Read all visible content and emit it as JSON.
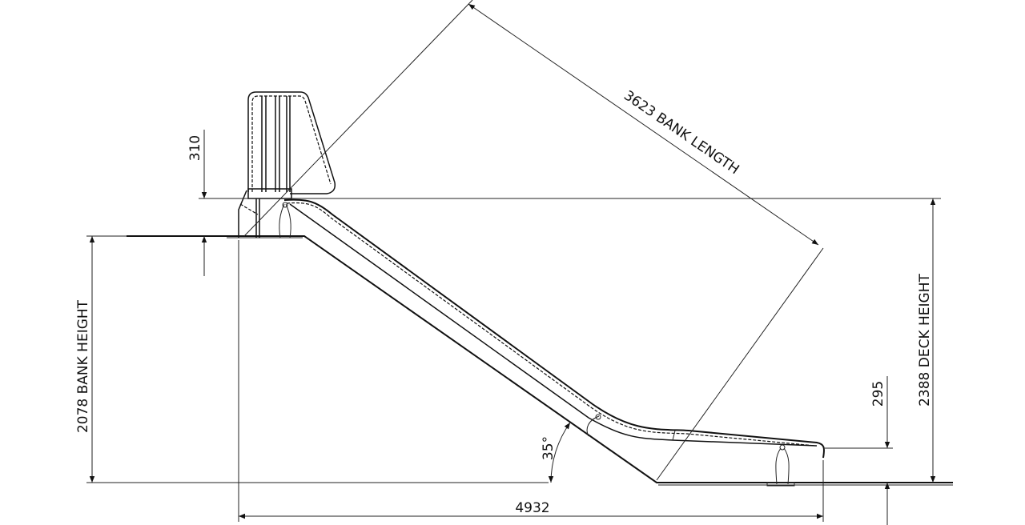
{
  "drawing": {
    "dimensions": {
      "rail_height": "310",
      "bank_height": "2078 BANK HEIGHT",
      "bank_length": "3623 BANK LENGTH",
      "deck_height": "2388 DECK HEIGHT",
      "exit_height": "295",
      "overall_length": "4932",
      "angle": "35°"
    }
  }
}
